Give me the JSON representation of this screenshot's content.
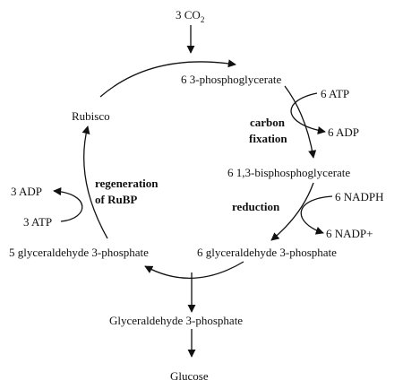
{
  "inputs": {
    "co2_coef": "3 CO",
    "co2_sub": "2"
  },
  "molecules": {
    "pga": "6 3-phosphoglycerate",
    "bpg": "6 1,3-bisphosphoglycerate",
    "g3p6": "6 glyceraldehyde 3-phosphate",
    "g3p5": "5 glyceraldehyde 3-phosphate",
    "g3p_out": "Glyceraldehyde 3-phosphate",
    "glucose": "Glucose",
    "rubisco": "Rubisco"
  },
  "stages": {
    "fixation_line1": "carbon",
    "fixation_line2": "fixation",
    "reduction": "reduction",
    "regen_line1": "regeneration",
    "regen_line2": "of RuBP"
  },
  "cofactors": {
    "atp_in_1": "6 ATP",
    "adp_out_1": "6 ADP",
    "nadph_in": "6 NADPH",
    "nadp_out": "6 NADP+",
    "atp_in_2": "3 ATP",
    "adp_out_2": "3 ADP"
  }
}
